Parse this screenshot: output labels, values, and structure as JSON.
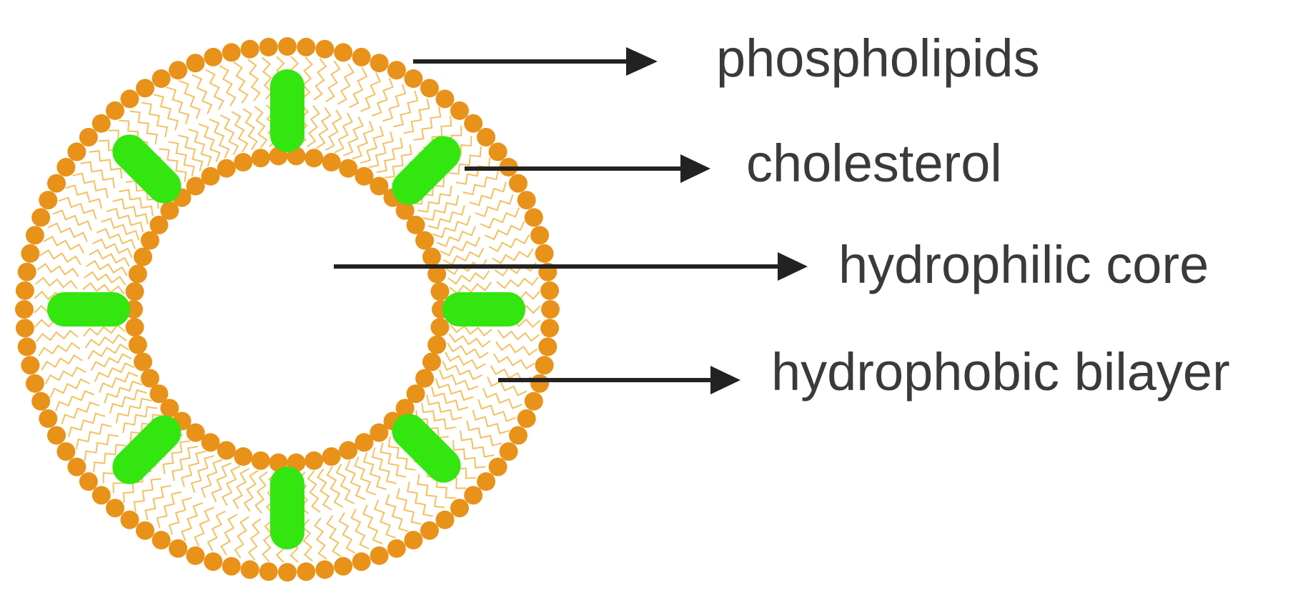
{
  "labels": {
    "phospholipids": "phospholipids",
    "cholesterol": "cholesterol",
    "hydrophilic_core": "hydrophilic core",
    "hydrophobic_bilayer": "hydrophobic bilayer"
  },
  "colors": {
    "head": "#e8921a",
    "tail": "#f4c060",
    "cholesterol": "#33e60f",
    "arrow": "#222222",
    "text": "#3a3a3a"
  },
  "cholesterol_count": 8
}
